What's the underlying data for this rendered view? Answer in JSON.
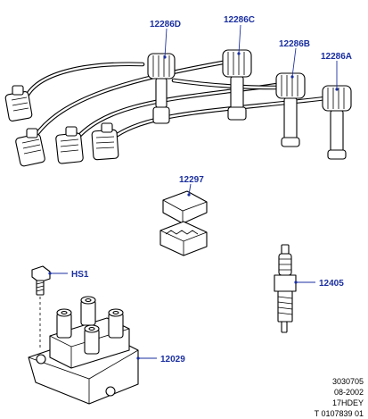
{
  "labels": {
    "lead_d": "12286D",
    "lead_c": "12286C",
    "lead_b": "12286B",
    "lead_a": "12286A",
    "suppressor_clip": "12297",
    "bolt": "HS1",
    "spark_plug": "12405",
    "ignition_coil": "12029"
  },
  "reference": {
    "line1": "3030705",
    "line2": "08-2002",
    "line3": "17HDEY",
    "line4": "T 0107839 01"
  },
  "colors": {
    "label": "#1a2fa0",
    "line_art": "#000000",
    "background": "#ffffff"
  }
}
